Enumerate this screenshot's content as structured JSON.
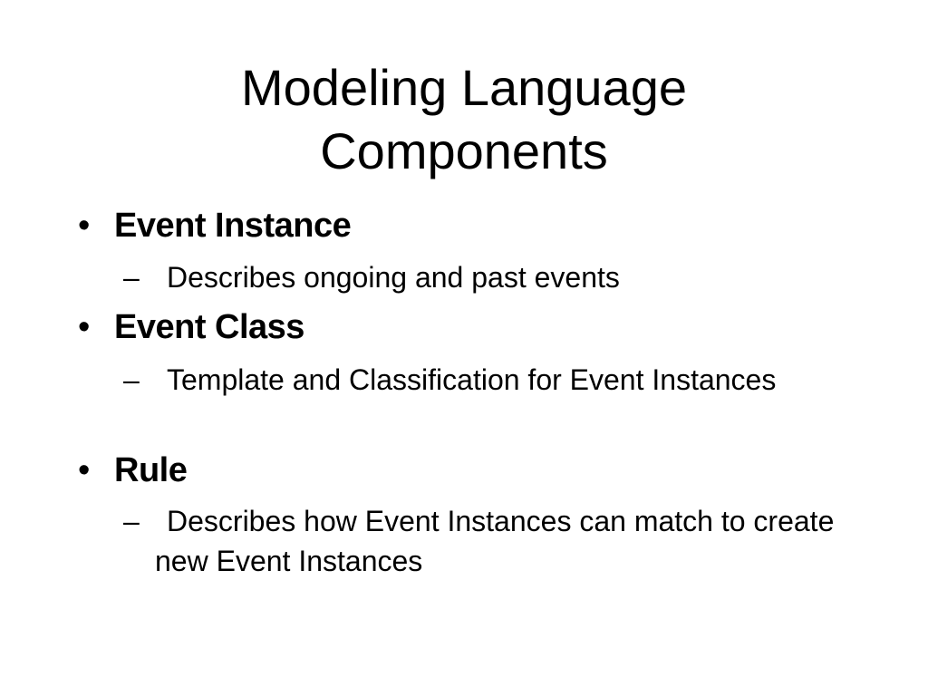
{
  "slide": {
    "title_line1": "Modeling Language",
    "title_line2": "Components",
    "bullets": [
      {
        "marker": "•",
        "label": "Event Instance",
        "sub_marker": "–",
        "sub_text": "Describes ongoing and past events"
      },
      {
        "marker": "•",
        "label": "Event Class",
        "sub_marker": "–",
        "sub_text": "Template and Classification for Event Instances"
      },
      {
        "marker": "•",
        "label": "Rule",
        "sub_marker": "–",
        "sub_text": "Describes how Event Instances can match to create new Event Instances"
      }
    ]
  }
}
